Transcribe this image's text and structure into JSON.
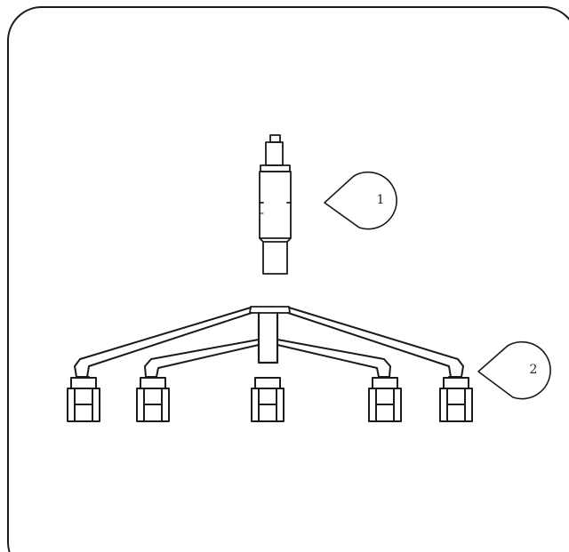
{
  "panel": {
    "border_color": "#1a1a1a",
    "background": "#ffffff"
  },
  "parts": [
    {
      "id": "gas-lift-cylinder",
      "callout": "1"
    },
    {
      "id": "five-star-base-with-casters",
      "callout": "2"
    }
  ]
}
